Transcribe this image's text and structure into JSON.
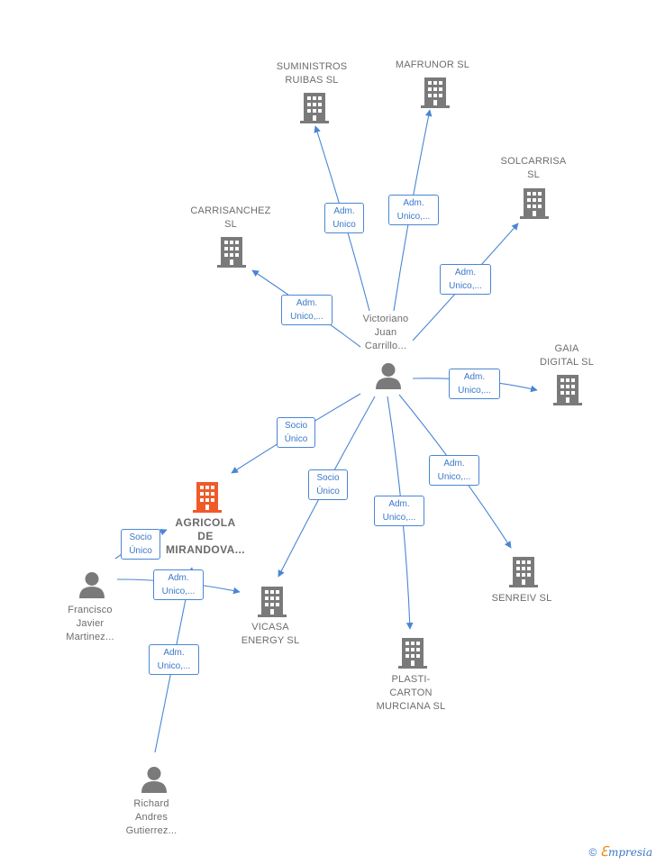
{
  "colors": {
    "edge": "#4a86d4",
    "building": "#7a7a7a",
    "building_focus": "#f05a28",
    "person": "#7a7a7a"
  },
  "nodes": {
    "suministros": {
      "label": "SUMINISTROS\nRUIBAS SL",
      "icon": "building-icon"
    },
    "mafrunor": {
      "label": "MAFRUNOR SL",
      "icon": "building-icon"
    },
    "solcarrisa": {
      "label": "SOLCARRISA\nSL",
      "icon": "building-icon"
    },
    "carrisanchez": {
      "label": "CARRISANCHEZ\nSL",
      "icon": "building-icon"
    },
    "victoriano": {
      "label": "Victoriano\nJuan\nCarrillo...",
      "icon": "person-icon"
    },
    "gaia": {
      "label": "GAIA\nDIGITAL SL",
      "icon": "building-icon"
    },
    "agricola": {
      "label": "AGRICOLA\nDE\nMIRANDOVA...",
      "icon": "building-icon"
    },
    "francisco": {
      "label": "Francisco\nJavier\nMartinez...",
      "icon": "person-icon"
    },
    "vicasa": {
      "label": "VICASA\nENERGY SL",
      "icon": "building-icon"
    },
    "senreiv": {
      "label": "SENREIV SL",
      "icon": "building-icon"
    },
    "plasticarton": {
      "label": "PLASTI-\nCARTON\nMURCIANA SL",
      "icon": "building-icon"
    },
    "richard": {
      "label": "Richard\nAndres\nGutierrez...",
      "icon": "person-icon"
    }
  },
  "edge_labels": {
    "v_suministros": "Adm.\nUnico",
    "v_mafrunor": "Adm.\nUnico,...",
    "v_solcarrisa": "Adm.\nUnico,...",
    "v_carrisanchez": "Adm.\nUnico,...",
    "v_gaia": "Adm.\nUnico,...",
    "v_agricola": "Socio\nÚnico",
    "v_vicasa": "Socio\nÚnico",
    "v_plasticarton": "Adm.\nUnico,...",
    "v_senreiv": "Adm.\nUnico,...",
    "f_agricola": "Socio\nÚnico",
    "f_vicasa": "Adm.\nUnico,...",
    "r_agricola": "Adm.\nUnico,..."
  },
  "footer": {
    "copyright": "©",
    "brand_initial": "ℇ",
    "brand_rest": "mpresia"
  }
}
